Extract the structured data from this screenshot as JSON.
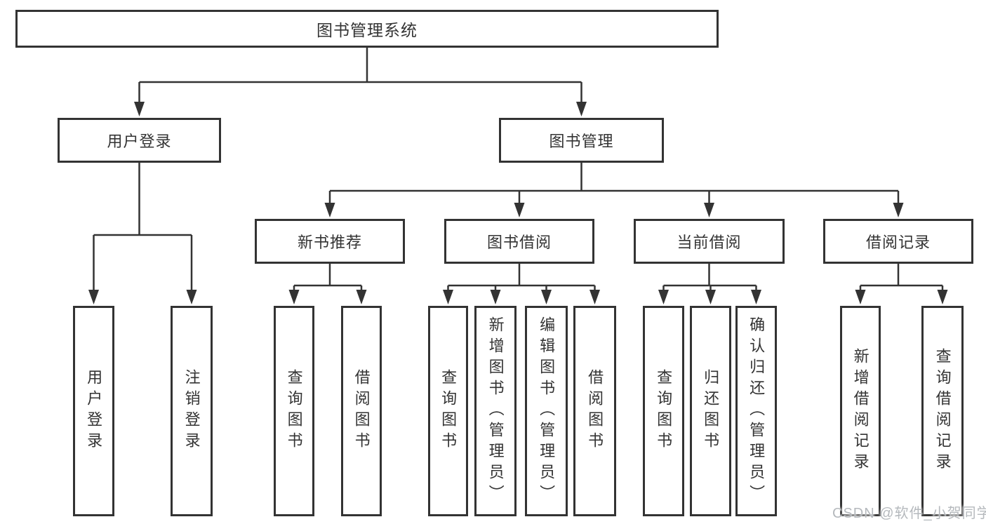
{
  "tree": {
    "root": "图书管理系统",
    "branches": [
      {
        "label": "用户登录",
        "children": [
          "用户登录",
          "注销登录"
        ]
      },
      {
        "label": "图书管理",
        "groups": [
          {
            "label": "新书推荐",
            "children": [
              "查询图书",
              "借阅图书"
            ]
          },
          {
            "label": "图书借阅",
            "children": [
              "查询图书",
              "新增图书（管理员）",
              "编辑图书（管理员）",
              "借阅图书"
            ]
          },
          {
            "label": "当前借阅",
            "children": [
              "查询图书",
              "归还图书",
              "确认归还（管理员）"
            ]
          },
          {
            "label": "借阅记录",
            "children": [
              "新增借阅记录",
              "查询借阅记录"
            ]
          }
        ]
      }
    ]
  },
  "colors": {
    "line": "#333333",
    "text": "#333333",
    "watermark": "#b5b9bd"
  },
  "watermark": "CSDN @软件_小贺同学"
}
